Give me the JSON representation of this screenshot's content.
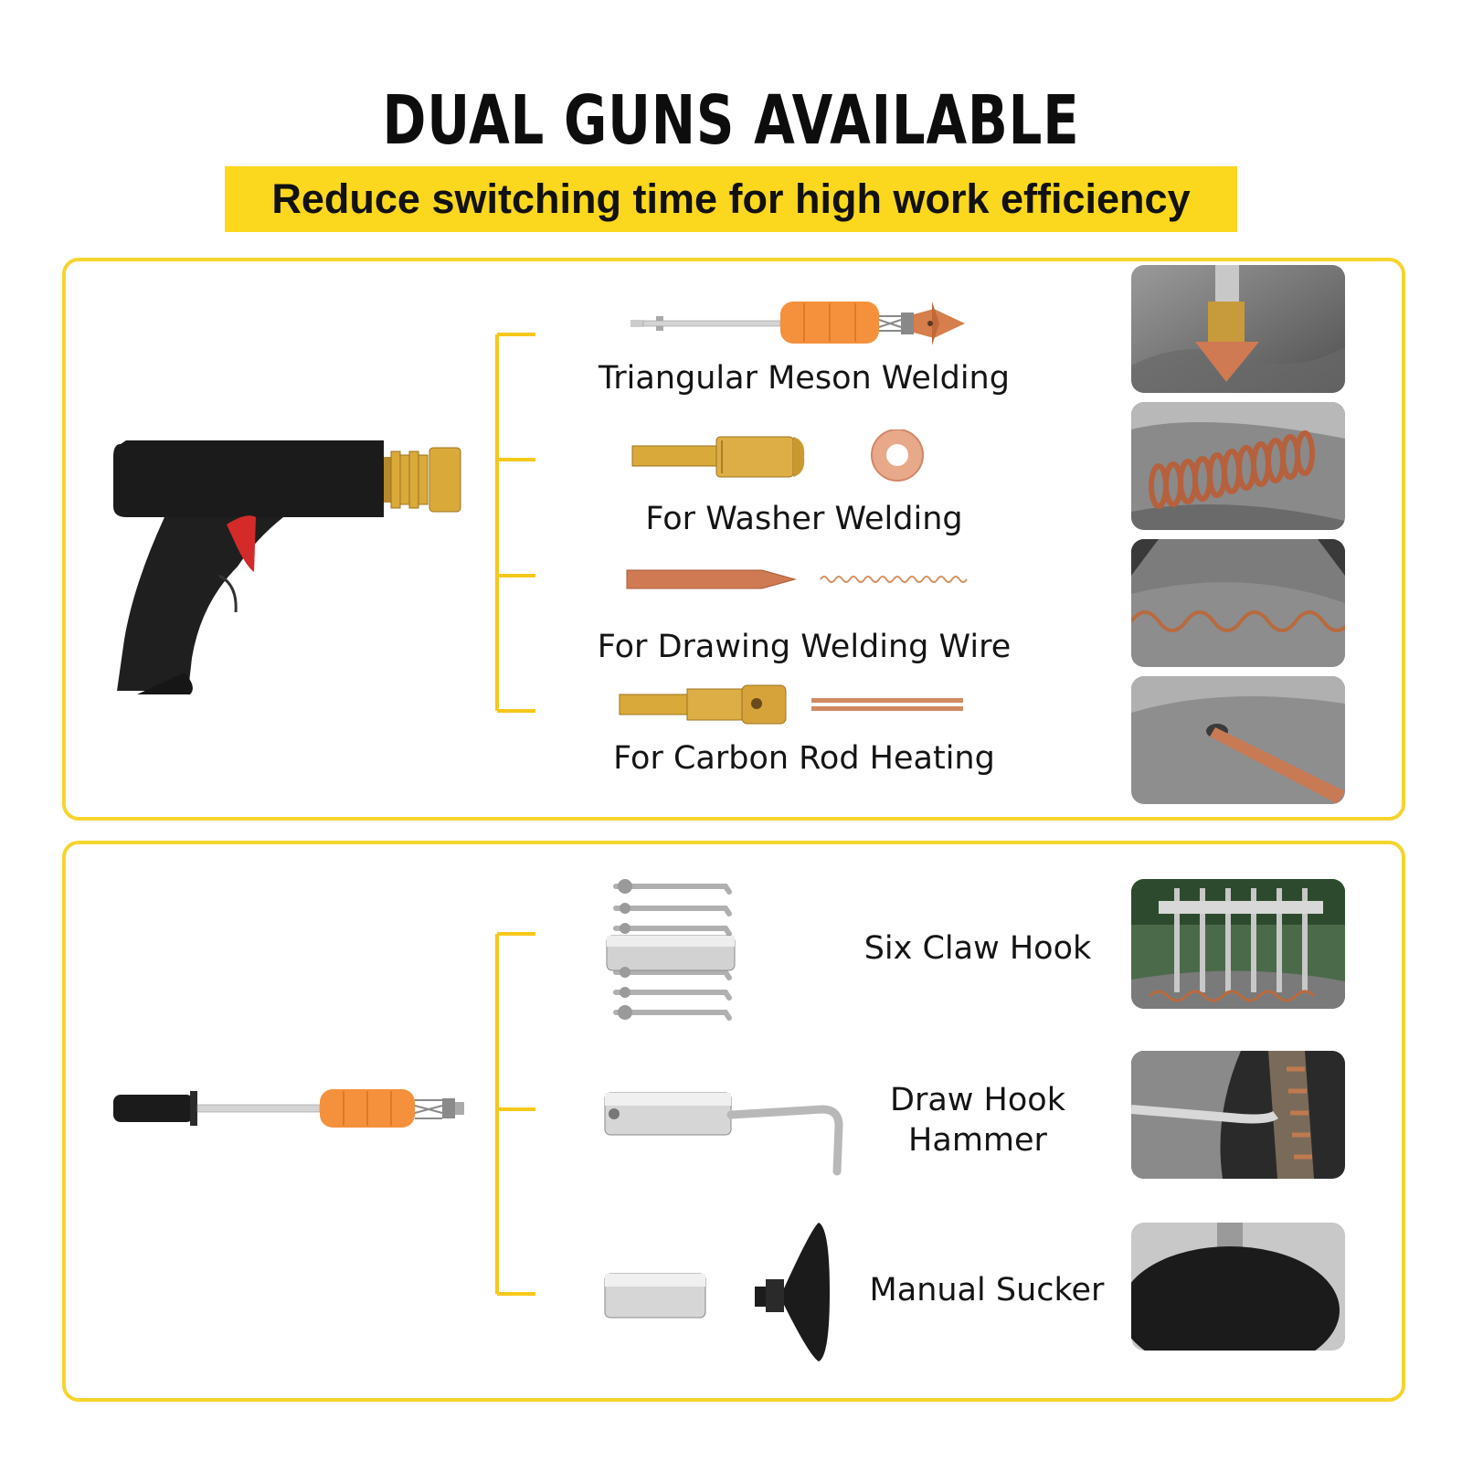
{
  "header": {
    "title": "DUAL GUNS AVAILABLE",
    "subtitle": "Reduce switching time for high work efficiency"
  },
  "colors": {
    "accent_yellow": "#fbd71e",
    "panel_border": "#f6d42e",
    "handle_orange": "#f5913c",
    "brass": "#d9a93a",
    "copper": "#cf7a52",
    "gun_body": "#1b1b1b",
    "trigger_red": "#d42a2a"
  },
  "top_panel": {
    "tool": "spot-welding-gun-icon",
    "items": [
      {
        "label": "Triangular Meson Welding",
        "icon": "triangle-meson-electrode-icon",
        "photo": "meson-weld-photo"
      },
      {
        "label": "For Washer Welding",
        "icon": "washer-electrode-icon",
        "photo": "washer-weld-photo"
      },
      {
        "label": "For Drawing Welding Wire",
        "icon": "wire-electrode-icon",
        "photo": "wire-weld-photo"
      },
      {
        "label": "For Carbon Rod Heating",
        "icon": "carbon-rod-icon",
        "photo": "carbon-rod-photo"
      }
    ]
  },
  "bottom_panel": {
    "tool": "slide-hammer-icon",
    "items": [
      {
        "label": "Six Claw Hook",
        "icon": "six-claw-hook-icon",
        "photo": "six-claw-photo"
      },
      {
        "label_lines": [
          "Draw Hook",
          "Hammer"
        ],
        "icon": "draw-hook-icon",
        "photo": "draw-hook-photo"
      },
      {
        "label": "Manual Sucker",
        "icon": "suction-cup-icon",
        "photo": "sucker-photo"
      }
    ]
  }
}
